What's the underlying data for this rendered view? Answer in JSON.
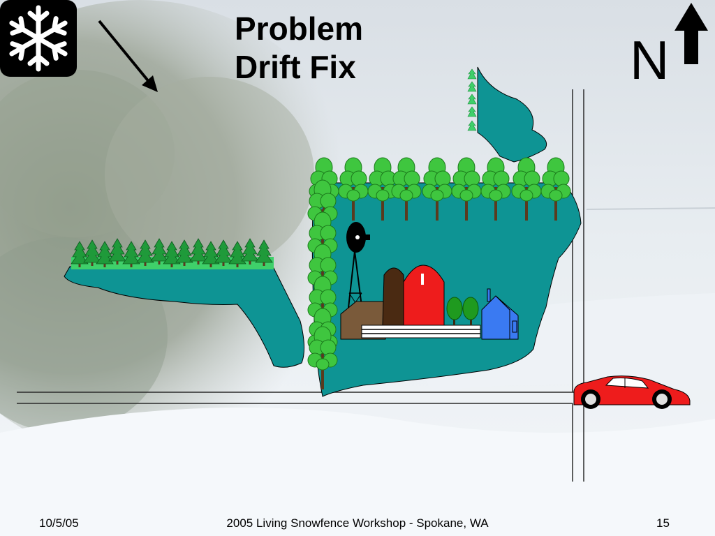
{
  "slide": {
    "title_line1": "Problem",
    "title_line2": "Drift Fix",
    "north_label": "N"
  },
  "footer": {
    "date": "10/5/05",
    "event": "2005 Living Snowfence Workshop - Spokane, WA",
    "page": "15"
  },
  "icons": {
    "badge": "snowflake-icon",
    "wind": "wind-direction-arrow",
    "north": "north-arrow-icon",
    "vehicle": "red-sports-car"
  },
  "colors": {
    "field": "#0e9494",
    "tree_green": "#3fc63f",
    "barn_red": "#ee1c1c",
    "house_blue": "#3a7af2",
    "car_red": "#ee1c1c"
  }
}
